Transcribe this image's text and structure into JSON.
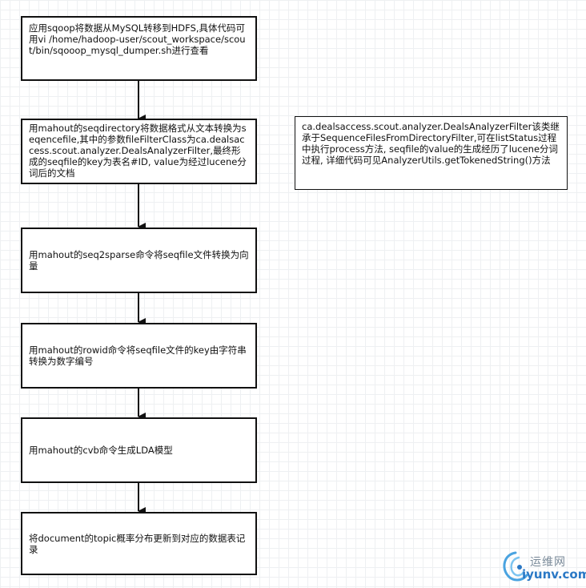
{
  "boxes": [
    "应用sqoop将数据从MySQL转移到HDFS,具体代码可用vi /home/hadoop-user/scout_workspace/scout/bin/sqooop_mysql_dumper.sh进行查看",
    "用mahout的seqdirectory将数据格式从文本转换为seqencefile,其中的参数fileFilterClass为ca.dealsaccess.scout.analyzer.DealsAnalyzerFilter,最终形成的seqfile的key为表名#ID, value为经过lucene分词后的文档",
    "用mahout的seq2sparse命令将seqfile文件转换为向量",
    "用mahout的rowid命令将seqfile文件的key由字符串转换为数字编号",
    "用mahout的cvb命令生成LDA模型",
    "将document的topic概率分布更新到对应的数据表记录"
  ],
  "note": "ca.dealsaccess.scout.analyzer.DealsAnalyzerFilter该类继承于SequenceFilesFromDirectoryFilter,可在listStatus过程中执行process方法, seqfile的value的生成经历了lucene分词过程, 详细代码可见AnalyzerUtils.getTokenedString()方法",
  "watermark": {
    "name": "运维网",
    "site": "iyunv.com",
    "logo": "iyunv-swirl-logo"
  },
  "colors": {
    "border": "#111111",
    "grid": "#eef0f2",
    "watermark_blue": "#2a78c5"
  }
}
